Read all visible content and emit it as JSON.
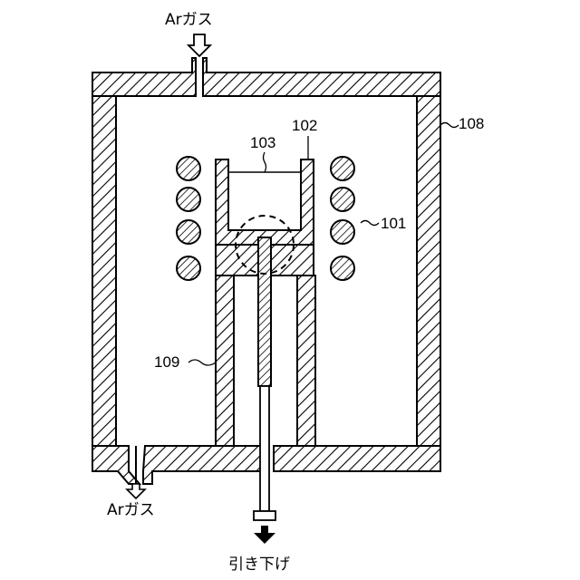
{
  "labels": {
    "gas_in": "Arガス",
    "gas_out": "Arガス",
    "pull_down": "引き下げ",
    "ref_101": "101",
    "ref_102": "102",
    "ref_103": "103",
    "ref_108": "108",
    "ref_109": "109"
  },
  "components": {
    "chamber": "108",
    "induction_coil": "101",
    "crucible": "102",
    "melt": "103",
    "support_tube": "109"
  },
  "colors": {
    "line": "#000000",
    "background": "#ffffff",
    "hatch": "#000000"
  }
}
